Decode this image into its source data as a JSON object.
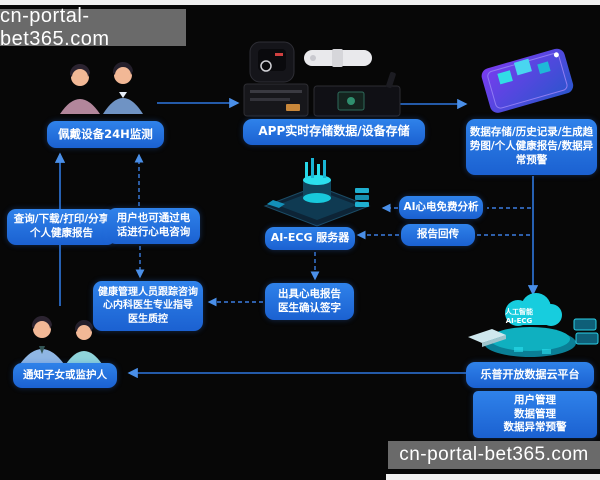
{
  "watermark": {
    "text": "cn-portal-bet365.com"
  },
  "colors": {
    "background": "#070707",
    "node_blue_top": "#2f82ea",
    "node_blue_bottom": "#1b61d1",
    "node_text": "#ffffff",
    "arrow_blue": "#3b7de0",
    "watermark_bg": "#6a6a6a",
    "platform_teal": "#17cdde"
  },
  "nodes": {
    "wear_device": {
      "lines": [
        "佩戴设备24H监测"
      ]
    },
    "app_storage": {
      "lines": [
        "APP实时存储数据/设备存储"
      ]
    },
    "data_storage": {
      "lines": [
        "数据存储/历史记录/生成趋",
        "势图/个人健康报告/数据异",
        "常预警"
      ]
    },
    "query_report": {
      "lines": [
        "查询/下载/打印/分享",
        "个人健康报告"
      ]
    },
    "phone_consult": {
      "lines": [
        "用户也可通过电",
        "话进行心电咨询"
      ]
    },
    "ai_server": {
      "lines": [
        "AI-ECG 服务器"
      ]
    },
    "ai_analysis": {
      "lines": [
        "AI心电免费分析"
      ]
    },
    "report_return": {
      "lines": [
        "报告回传"
      ]
    },
    "health_manager": {
      "lines": [
        "健康管理人员跟踪咨询",
        "心内科医生专业指导",
        "医生质控"
      ]
    },
    "issue_report": {
      "lines": [
        "出具心电报告",
        "医生确认签字"
      ]
    },
    "notify_family": {
      "lines": [
        "通知子女或监护人"
      ]
    },
    "lepu_platform": {
      "lines": [
        "乐普开放数据云平台"
      ]
    },
    "platform_functions": {
      "lines": [
        "用户管理",
        "数据管理",
        "数据异常预警"
      ]
    }
  },
  "illustrations": {
    "cloud_ai_label": {
      "line1": "人工智能",
      "line2": "AI-ECG"
    }
  }
}
